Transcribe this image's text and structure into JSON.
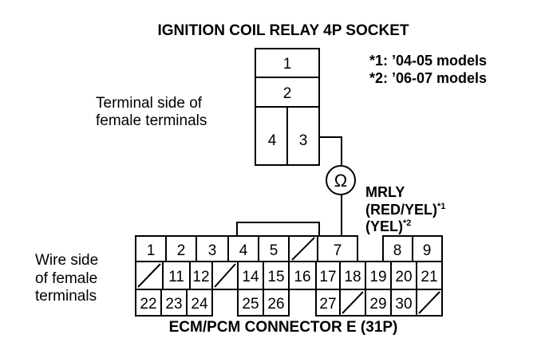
{
  "title": "IGNITION COIL RELAY 4P SOCKET",
  "notes": [
    "*1: ’04-05 models",
    "*2: ’06-07 models"
  ],
  "relay_socket": {
    "label_line1": "Terminal side of",
    "label_line2": "female terminals",
    "terminals": [
      "1",
      "2",
      "4",
      "3"
    ]
  },
  "meter_symbol": "Ω",
  "wire_label": {
    "name": "MRLY",
    "color1": "(RED/YEL)",
    "sup1": "*1",
    "color2": "(YEL)",
    "sup2": "*2"
  },
  "ecm_connector": {
    "label_line1": "Wire side",
    "label_line2": "of female",
    "label_line3": "terminals",
    "title": "ECM/PCM CONNECTOR E (31P)",
    "row1": [
      "1",
      "2",
      "3",
      "4",
      "5",
      "",
      "7",
      "8",
      "9"
    ],
    "row2": [
      "",
      "11",
      "12",
      "",
      "14",
      "15",
      "16",
      "17",
      "18",
      "19",
      "20",
      "21"
    ],
    "row3": [
      "22",
      "23",
      "24",
      "25",
      "26",
      "27",
      "",
      "29",
      "30",
      ""
    ]
  }
}
